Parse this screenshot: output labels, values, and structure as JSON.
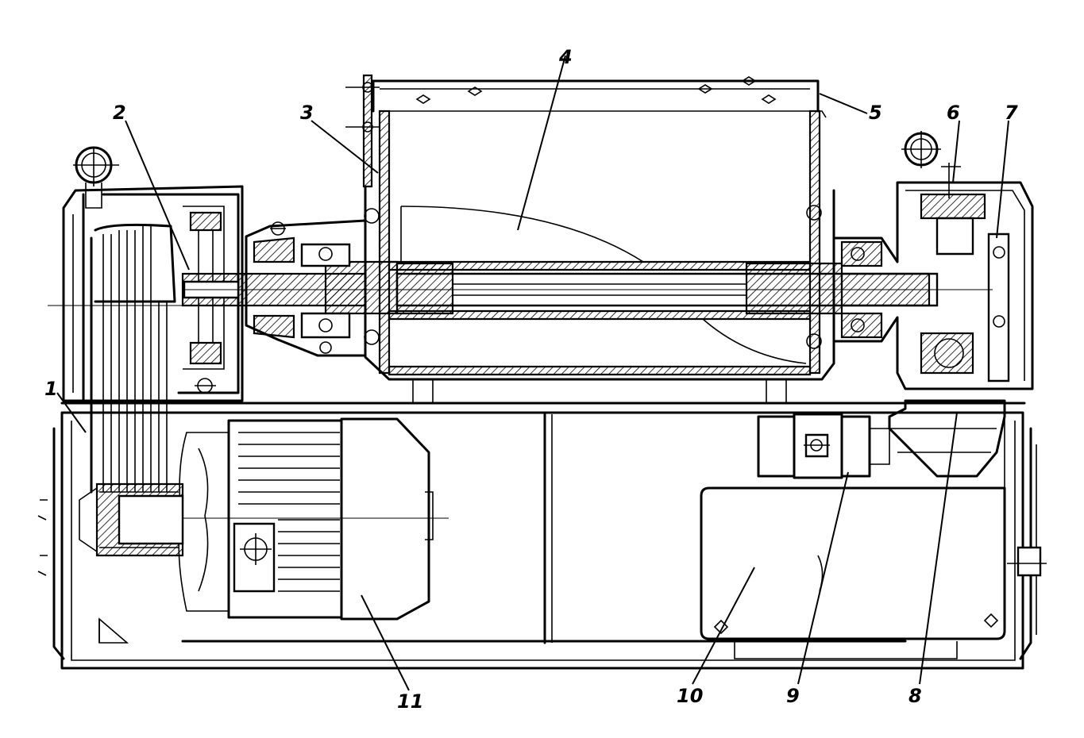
{
  "figure": {
    "labels": [
      {
        "id": "1",
        "text": "1"
      },
      {
        "id": "2",
        "text": "2"
      },
      {
        "id": "3",
        "text": "3"
      },
      {
        "id": "4",
        "text": "4"
      },
      {
        "id": "5",
        "text": "5"
      },
      {
        "id": "6",
        "text": "6"
      },
      {
        "id": "7",
        "text": "7"
      },
      {
        "id": "8",
        "text": "8"
      },
      {
        "id": "9",
        "text": "9"
      },
      {
        "id": "10",
        "text": "10"
      },
      {
        "id": "11",
        "text": "11"
      }
    ]
  },
  "colors": {
    "ink": "#000000",
    "paper": "#ffffff"
  }
}
